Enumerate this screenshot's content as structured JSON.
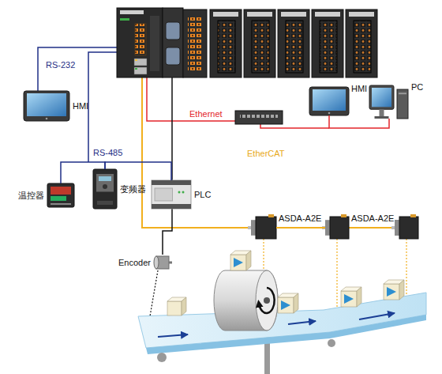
{
  "diagram": {
    "nodes": [
      {
        "text": [
          "HMI"
        ]
      },
      {
        "text": [
          "HMI"
        ]
      },
      {
        "text": [
          "PC"
        ]
      },
      {
        "text": [
          "温控器"
        ]
      },
      {
        "text": [
          "变频器"
        ]
      },
      {
        "text": [
          "PLC"
        ]
      },
      {
        "text": [
          "ASDA-A2E"
        ]
      },
      {
        "text": [
          "ASDA-A2E"
        ]
      },
      {
        "text": [
          "Encoder"
        ]
      }
    ],
    "edges": [
      {
        "from": 1,
        "to": 2,
        "arrow": "none"
      },
      {
        "from": 3,
        "to": 4,
        "arrow": "none"
      },
      {
        "from": 4,
        "to": 5,
        "arrow": "none"
      },
      {
        "from": 6,
        "to": 7,
        "arrow": "none"
      }
    ],
    "labels": [
      "RS-232",
      "RS-485",
      "Ethernet",
      "EtherCAT"
    ]
  }
}
